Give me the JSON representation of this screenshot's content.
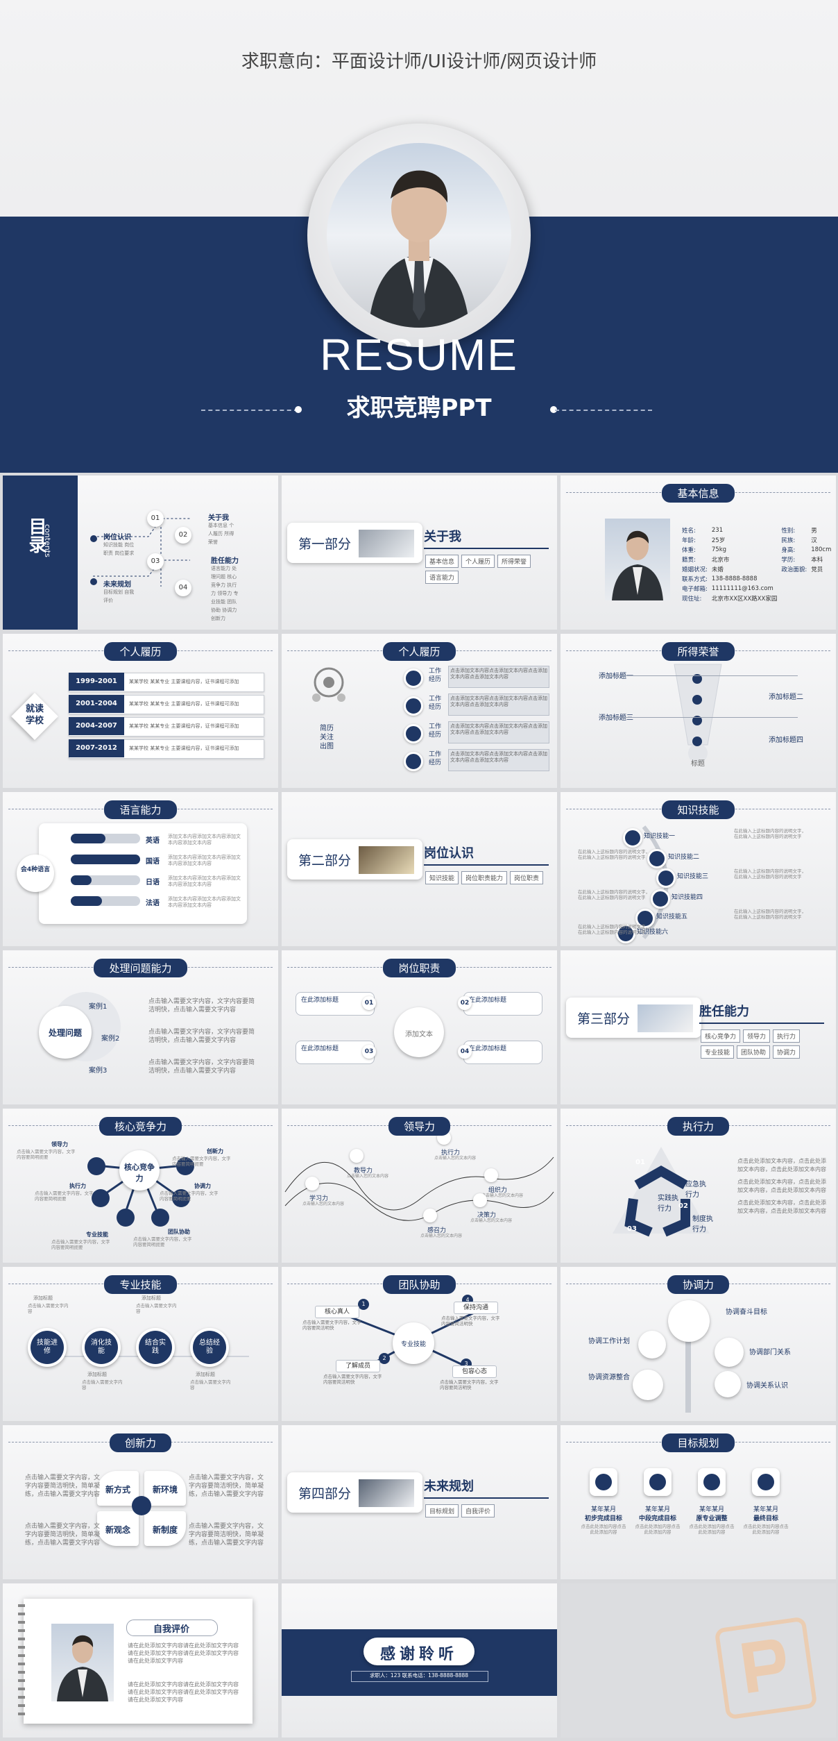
{
  "cover": {
    "intent": "求职意向：平面设计师/UI设计师/网页设计师",
    "resume": "RESUME",
    "subtitle": "求职竞聘PPT"
  },
  "toc": {
    "title": "目录",
    "subtitle": "contents",
    "nums": [
      "01",
      "02",
      "03",
      "04"
    ],
    "items": [
      {
        "label": "关于我",
        "subs": "基本信息 个人履历 所得荣誉"
      },
      {
        "label": "岗位认识",
        "subs": "知识技能 岗位职责 岗位要求"
      },
      {
        "label": "胜任能力",
        "subs": "语言能力 处理问题 核心竞争力 执行力 领导力 专业技能 团队协助 协调力 创新力"
      },
      {
        "label": "未来规划",
        "subs": "目标规划 自我评价"
      }
    ]
  },
  "part1": {
    "label": "第一部分",
    "title": "关于我",
    "chips": [
      "基本信息",
      "个人履历",
      "所得荣誉",
      "语言能力"
    ]
  },
  "basic": {
    "title": "基本信息",
    "rows": [
      [
        "姓名:",
        "231",
        "性别:",
        "男"
      ],
      [
        "年龄:",
        "25岁",
        "民族:",
        "汉"
      ],
      [
        "体重:",
        "75kg",
        "身高:",
        "180cm"
      ],
      [
        "籍贯:",
        "北京市",
        "学历:",
        "本科"
      ],
      [
        "婚姻状况:",
        "未婚",
        "政治面貌:",
        "党员"
      ],
      [
        "联系方式:",
        "138-8888-8888",
        "",
        ""
      ],
      [
        "电子邮箱:",
        "11111111@163.com",
        "",
        ""
      ],
      [
        "现住址:",
        "北京市XX区XX路XX家园",
        "",
        ""
      ]
    ]
  },
  "history": {
    "title": "个人履历",
    "school": "就读学校",
    "years": [
      "1999-2001",
      "2001-2004",
      "2004-2007",
      "2007-2012"
    ],
    "desc": "某某学校 某某专业 主要课程内容，证书课程可添加"
  },
  "work": {
    "title": "个人履历",
    "hub": "简历 关注 出图",
    "label": "工作经历",
    "desc": "点击添加文本内容点击添加文本内容点击添加文本内容点击添加文本内容"
  },
  "honor": {
    "title": "所得荣誉",
    "labels": [
      "添加标题一",
      "添加标题二",
      "添加标题三",
      "添加标题四"
    ],
    "bottom": "标题"
  },
  "language": {
    "title": "语言能力",
    "center": "会4种语言",
    "langs": [
      {
        "name": "英语",
        "level": 0.5
      },
      {
        "name": "国语",
        "level": 1.0
      },
      {
        "name": "日语",
        "level": 0.3
      },
      {
        "name": "法语",
        "level": 0.45
      }
    ],
    "desc": "添加文本内容添加文本内容添加文本内容添加文本内容"
  },
  "part2": {
    "label": "第二部分",
    "title": "岗位认识",
    "chips": [
      "知识技能",
      "岗位职责能力",
      "岗位职责"
    ]
  },
  "knowledge": {
    "title": "知识技能",
    "items": [
      "知识技能一",
      "知识技能二",
      "知识技能三",
      "知识技能四",
      "知识技能五",
      "知识技能六"
    ],
    "desc": "在此输入上这标题内容的说明文字，在此输入上这标题内容的说明文字"
  },
  "problem": {
    "title": "处理问题能力",
    "center": "处理问题",
    "cases": [
      "案例1",
      "案例2",
      "案例3"
    ],
    "desc": "点击输入需要文字内容，文字内容要简洁明快，点击输入需要文字内容"
  },
  "duty": {
    "title": "岗位职责",
    "center": "添加文本",
    "items": [
      {
        "n": "01",
        "t": "在此添加标题"
      },
      {
        "n": "02",
        "t": "在此添加标题"
      },
      {
        "n": "03",
        "t": "在此添加标题"
      },
      {
        "n": "04",
        "t": "在此添加标题"
      }
    ]
  },
  "part3": {
    "label": "第三部分",
    "title": "胜任能力",
    "chips": [
      "核心竞争力",
      "领导力",
      "执行力",
      "专业技能",
      "团队协助",
      "协调力"
    ]
  },
  "core": {
    "title": "核心竞争力",
    "center": "核心竞争力",
    "nodes": [
      "领导力",
      "创新力",
      "执行力",
      "协调力",
      "专业技能",
      "团队协助"
    ],
    "desc": "点击输入需要文字内容，文字内容要简明扼要"
  },
  "lead": {
    "title": "领导力",
    "nodes": [
      "学习力",
      "教导力",
      "执行力",
      "组织力",
      "感召力",
      "决策力"
    ],
    "desc": "点击输入您的文本内容"
  },
  "exec": {
    "title": "执行力",
    "steps": [
      "01",
      "02",
      "03"
    ],
    "labels": [
      "应急执行力",
      "实践执行力",
      "制度执行力"
    ],
    "desc": "点击此处添加文本内容，点击此处添加文本内容，点击此处添加文本内容"
  },
  "skill": {
    "title": "专业技能",
    "items": [
      "技能进修",
      "消化技能",
      "结合实践",
      "总结经验"
    ],
    "sub": "添加标题",
    "desc": "点击输入需要文字内容"
  },
  "team": {
    "title": "团队协助",
    "center": "专业技能",
    "items": [
      {
        "n": "1",
        "t": "核心真人"
      },
      {
        "n": "2",
        "t": "了解成员"
      },
      {
        "n": "3",
        "t": "包容心态"
      },
      {
        "n": "4",
        "t": "保持沟通"
      }
    ],
    "desc": "点击输入需要文字内容，文字内容要简洁明快"
  },
  "coord": {
    "title": "协调力",
    "items": [
      "协调工作计划",
      "协调资源整合",
      "协调奋斗目标",
      "协调部门关系",
      "协调关系认识"
    ],
    "desc": "点击此处添加文本内容"
  },
  "innov": {
    "title": "创新力",
    "items": [
      "新方式",
      "新环境",
      "新观念",
      "新制度"
    ],
    "desc": "点击输入需要文字内容，文字内容要简洁明快，简单凝练，点击输入需要文字内容"
  },
  "part4": {
    "label": "第四部分",
    "title": "未来规划",
    "chips": [
      "目标规划",
      "自我评价"
    ]
  },
  "goal": {
    "title": "目标规划",
    "items": [
      {
        "y": "某年某月",
        "t": "初步完成目标"
      },
      {
        "y": "某年某月",
        "t": "中段完成目标"
      },
      {
        "y": "某年某月",
        "t": "原专业调整"
      },
      {
        "y": "某年某月",
        "t": "最终目标"
      }
    ],
    "desc": "点击此处添加内容点击此处添加内容"
  },
  "self": {
    "title": "自我评价",
    "desc": "请在此处添加文字内容请在此处添加文字内容请在此处添加文字内容请在此处添加文字内容请在此处添加文字内容"
  },
  "thanks": {
    "title": "感谢聆听",
    "info": "求职人：123 联系电话：138-8888-8888"
  }
}
